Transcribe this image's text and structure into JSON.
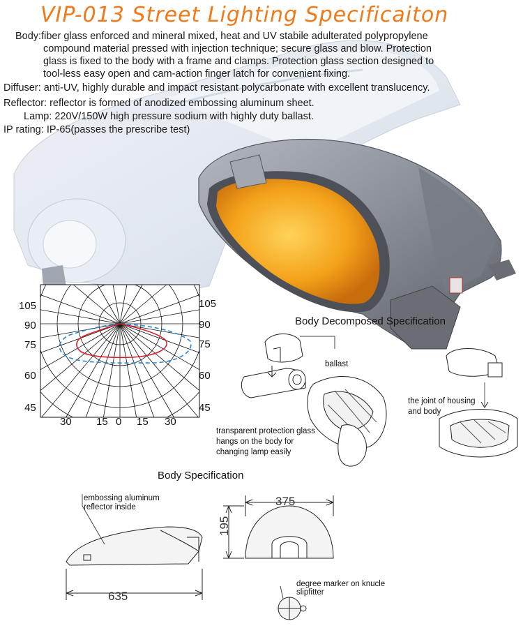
{
  "title": "VIP-013 Street Lighting Specificaiton",
  "specs": {
    "body_label": "Body:",
    "body_line1": "fiber glass enforced and mineral mixed, heat and  UV stabile adulterated polypropylene",
    "body_line2": "compound material pressed with injection technique; secure glass and blow.  Protection",
    "body_line3": "glass is fixed to the body with a frame and clamps.  Protection glass section designed to",
    "body_line4": "tool-less easy open and cam-action finger latch for convenient fixing.",
    "diffuser_label": "Diffuser:",
    "diffuser_text": "anti-UV, highly durable and impact resistant polycarbonate with excellent translucency.",
    "reflector_label": "Reflector:",
    "reflector_text": "reflector is formed of anodized embossing aluminum sheet.",
    "lamp_label": "Lamp:",
    "lamp_text": "220V/150W high pressure sodium with highly duty ballast.",
    "ip_label": "IP rating:",
    "ip_text": "IP-65(passes the prescribe test)"
  },
  "polar_chart": {
    "left_labels": [
      "105",
      "90",
      "75",
      "60",
      "45"
    ],
    "right_labels": [
      "105",
      "90",
      "75",
      "60",
      "45"
    ],
    "bottom_labels": [
      "30",
      "15",
      "0",
      "15",
      "30"
    ],
    "colors": {
      "solid_curve": "#d81c2b",
      "dashed_curve": "#2a86d6",
      "grid": "#111111"
    }
  },
  "decomposed": {
    "heading": "Body Decomposed Specification",
    "ballast": "ballast",
    "joint_line1": "the joint of housing",
    "joint_line2": "and body",
    "glass_line1": "transparent protection glass",
    "glass_line2": "hangs on the body for",
    "glass_line3": "changing lamp easily"
  },
  "body_spec": {
    "heading": "Body Specification",
    "reflector_line1": "embossing aluminum",
    "reflector_line2": "reflector inside",
    "dim_length": "635",
    "dim_width": "375",
    "dim_height": "195",
    "marker_line1": "degree marker on knucle",
    "marker_line2": "slipfitter"
  },
  "colors": {
    "title": "#f07a1a",
    "lens_orange": "#f5a31a",
    "housing_grey": "#8f949c"
  }
}
